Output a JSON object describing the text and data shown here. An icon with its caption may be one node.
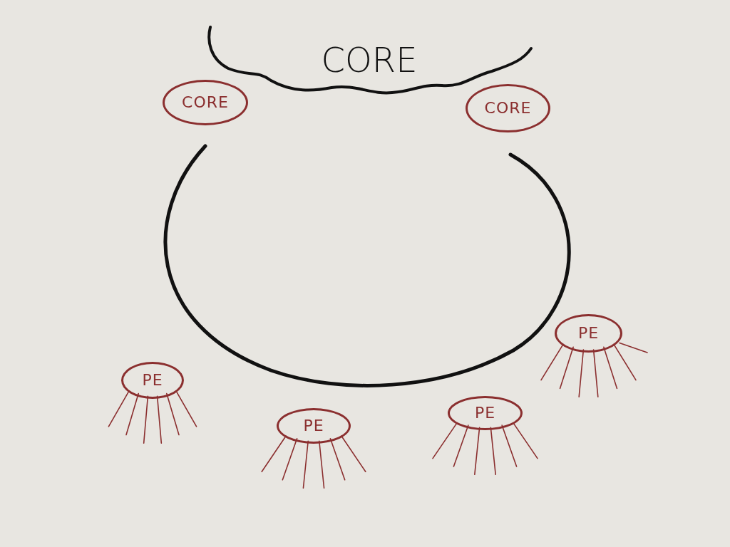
{
  "diagram": {
    "nodes": [
      {
        "text": [
          "CORE"
        ]
      },
      {
        "text": [
          "CORE"
        ]
      },
      {
        "text": [
          "CORE"
        ]
      },
      {
        "text": [
          "PE"
        ]
      },
      {
        "text": [
          "PE"
        ]
      },
      {
        "text": [
          "PE"
        ]
      },
      {
        "text": [
          "PE"
        ]
      }
    ]
  }
}
